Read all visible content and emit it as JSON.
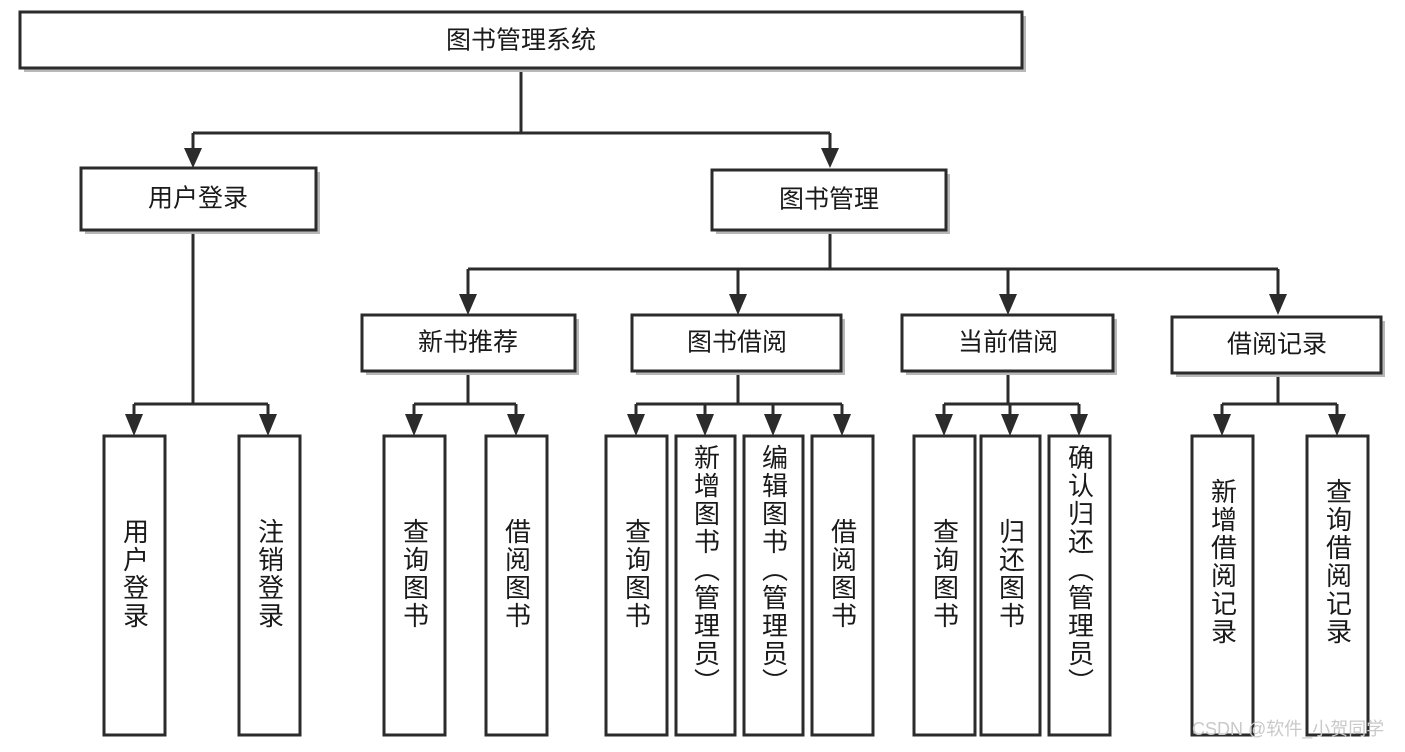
{
  "diagram": {
    "title": "图书管理系统",
    "type": "hierarchy-tree",
    "root": {
      "id": "root",
      "label": "图书管理系统",
      "orientation": "horizontal"
    },
    "level2": [
      {
        "id": "user-login",
        "label": "用户登录",
        "orientation": "horizontal"
      },
      {
        "id": "book-manage",
        "label": "图书管理",
        "orientation": "horizontal"
      }
    ],
    "level3": [
      {
        "id": "new-book-rec",
        "label": "新书推荐",
        "orientation": "horizontal"
      },
      {
        "id": "book-borrow",
        "label": "图书借阅",
        "orientation": "horizontal"
      },
      {
        "id": "current-borrow",
        "label": "当前借阅",
        "orientation": "horizontal"
      },
      {
        "id": "borrow-record",
        "label": "借阅记录",
        "orientation": "horizontal"
      }
    ],
    "leaves": [
      {
        "id": "leaf-user-login",
        "label": "用户登录",
        "parent": "user-login",
        "orientation": "vertical"
      },
      {
        "id": "leaf-logout",
        "label": "注销登录",
        "parent": "user-login",
        "orientation": "vertical"
      },
      {
        "id": "leaf-query-book-1",
        "label": "查询图书",
        "parent": "new-book-rec",
        "orientation": "vertical"
      },
      {
        "id": "leaf-borrow-book-1",
        "label": "借阅图书",
        "parent": "new-book-rec",
        "orientation": "vertical"
      },
      {
        "id": "leaf-query-book-2",
        "label": "查询图书",
        "parent": "book-borrow",
        "orientation": "vertical"
      },
      {
        "id": "leaf-add-book",
        "label": "新增图书（管理员）",
        "parent": "book-borrow",
        "orientation": "vertical"
      },
      {
        "id": "leaf-edit-book",
        "label": "编辑图书（管理员）",
        "parent": "book-borrow",
        "orientation": "vertical"
      },
      {
        "id": "leaf-borrow-book-2",
        "label": "借阅图书",
        "parent": "book-borrow",
        "orientation": "vertical"
      },
      {
        "id": "leaf-query-book-3",
        "label": "查询图书",
        "parent": "current-borrow",
        "orientation": "vertical"
      },
      {
        "id": "leaf-return-book",
        "label": "归还图书",
        "parent": "current-borrow",
        "orientation": "vertical"
      },
      {
        "id": "leaf-confirm-return",
        "label": "确认归还（管理员）",
        "parent": "current-borrow",
        "orientation": "vertical"
      },
      {
        "id": "leaf-add-record",
        "label": "新增借阅记录",
        "parent": "borrow-record",
        "orientation": "vertical"
      },
      {
        "id": "leaf-query-record",
        "label": "查询借阅记录",
        "parent": "borrow-record",
        "orientation": "vertical"
      }
    ],
    "colors": {
      "stroke": "#2b2b2b",
      "fill": "#ffffff",
      "text": "#1a1a1a",
      "shadow": "#b8b8b8",
      "watermark": "#c9c9c9"
    }
  },
  "watermark": {
    "text": "CSDN @软件_小贺同学"
  }
}
